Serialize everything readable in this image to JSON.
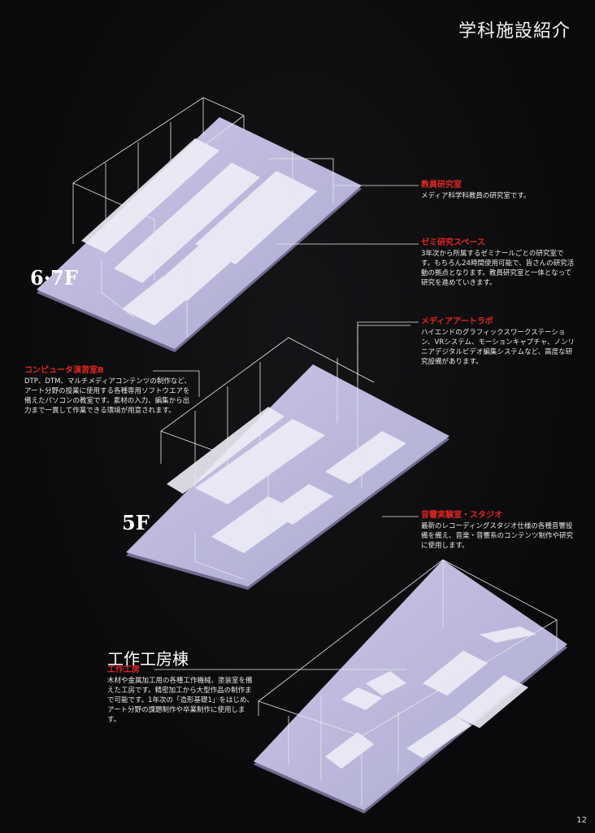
{
  "page": {
    "title": "学科施設紹介",
    "page_number": "12"
  },
  "floors": {
    "f67": "6·7F",
    "f5": "5F",
    "workshop": "工作工房棟"
  },
  "callouts": {
    "faculty": {
      "heading": "教員研究室",
      "body": "メディア科学科教員の研究室です。"
    },
    "seminar": {
      "heading": "ゼミ研究スペース",
      "body": "3年次から所属するゼミナールごとの研究室です。もちろん24時間使用可能で、皆さんの研究活動の拠点となります。教員研究室と一体となって研究を進めていきます。"
    },
    "media_art": {
      "heading": "メディアアートラボ",
      "body": "ハイエンドのグラフィックスワークステーション、VRシステム、モーションキャプチャ、ノンリニアデジタルビデオ編集システムなど、高度な研究設備があります。"
    },
    "computer_room": {
      "heading": "コンピュータ演習室B",
      "body": "DTP、DTM、マルチメディアコンテンツの制作など、アート分野の授業に使用する各種専用ソフトウエアを備えたパソコンの教室です。素材の入力、編集から出力まで一貫して作業できる環境が用意されます。"
    },
    "sound": {
      "heading": "音響実験室・スタジオ",
      "body": "最新のレコーディングスタジオ仕様の各種音響設備を備え、音楽・音響系のコンテンツ制作や研究に使用します。"
    },
    "workshop": {
      "heading": "工作工房",
      "body": "木材や金属加工用の各種工作機械、塗装室を備えた工房です。精密加工から大型作品の制作まで可能です。1年次の「造形基礎1」をはじめ、アート分野の課題制作や卒業制作に使用します。"
    }
  },
  "colors": {
    "background": "#0b0b0d",
    "floor_plate": "#b9b6d8",
    "heading_red": "#e3261f"
  }
}
